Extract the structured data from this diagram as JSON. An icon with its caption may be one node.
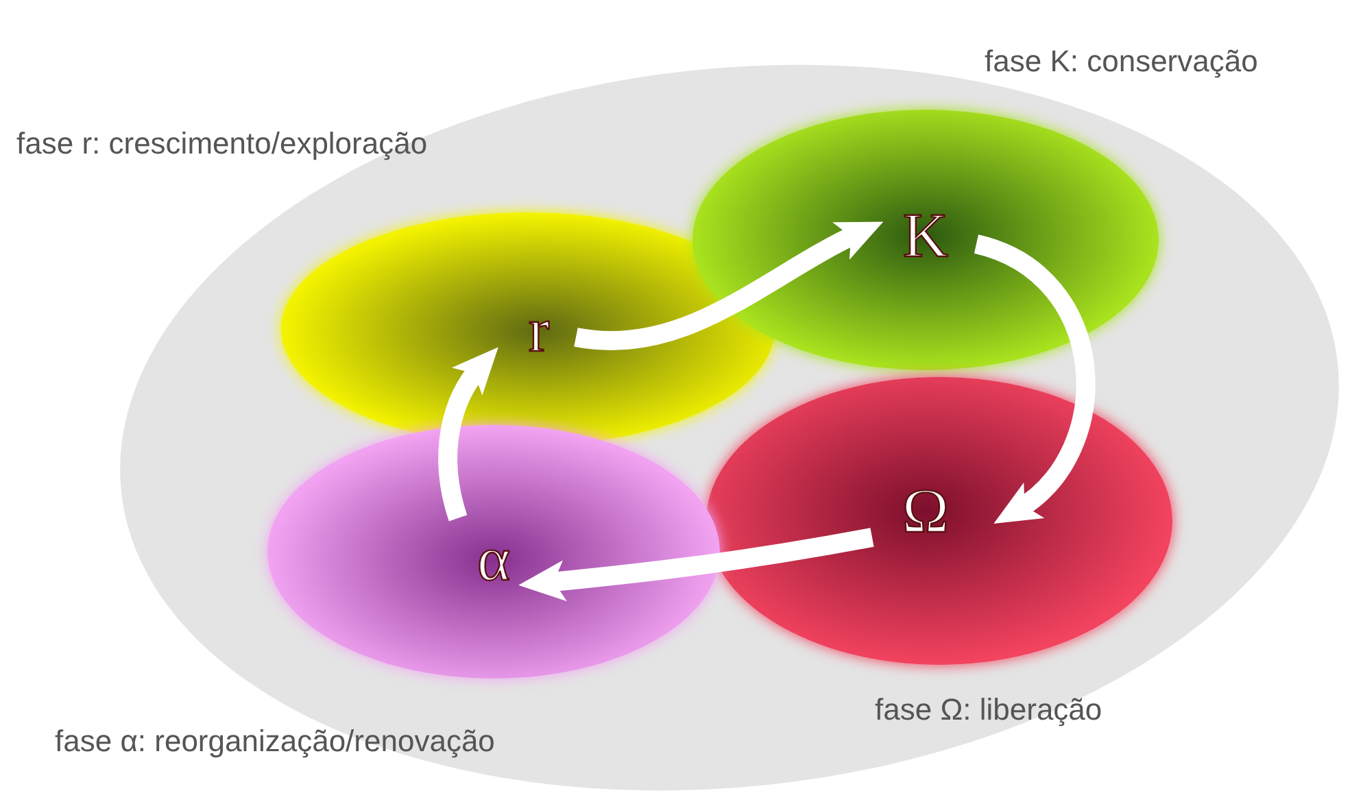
{
  "diagram": {
    "nodes": [
      {
        "text": [
          "r"
        ],
        "beside": [
          "fase r: crescimento/exploração"
        ]
      },
      {
        "text": [
          "K"
        ],
        "beside": [
          "fase K: conservação"
        ]
      },
      {
        "text": [
          "Ω"
        ],
        "beside": [
          "fase Ω: liberação"
        ]
      },
      {
        "text": [
          "α"
        ],
        "beside": [
          "fase α: reorganização/renovação"
        ]
      }
    ],
    "edges": [
      {
        "from": 0,
        "to": 1,
        "arrow": "to"
      },
      {
        "from": 1,
        "to": 2,
        "arrow": "to"
      },
      {
        "from": 2,
        "to": 3,
        "arrow": "to"
      },
      {
        "from": 3,
        "to": 0,
        "arrow": "to"
      }
    ]
  }
}
